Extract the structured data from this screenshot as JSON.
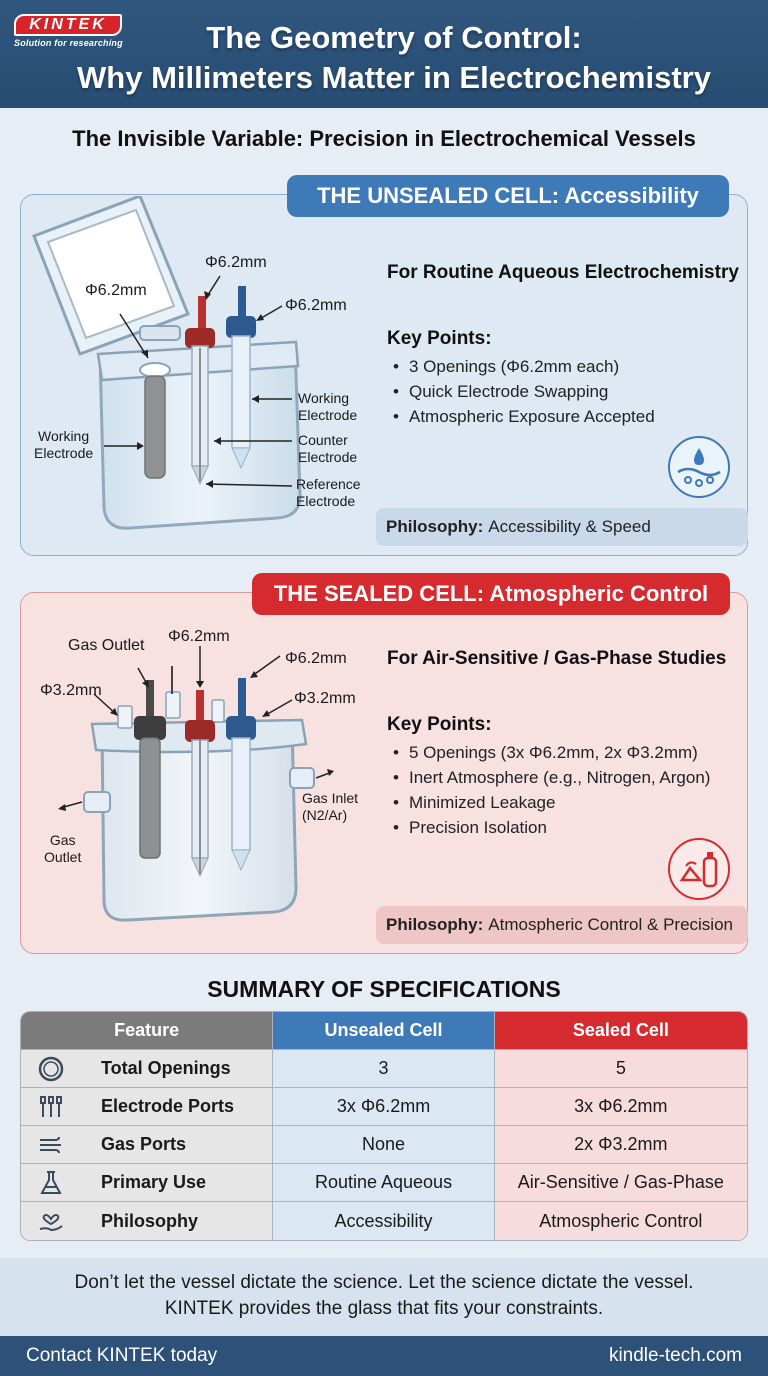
{
  "header": {
    "logo_text": "KINTEK",
    "logo_tagline": "Solution for researching",
    "title_line1": "The Geometry of Control:",
    "title_line2": "Why Millimeters Matter in Electrochemistry"
  },
  "subtitle": "The Invisible Variable: Precision in Electrochemical Vessels",
  "unsealed": {
    "badge": "THE UNSEALED CELL: Accessibility",
    "heading": "For Routine Aqueous Electrochemistry",
    "key_points_label": "Key Points:",
    "key_points": [
      "3 Openings (Φ6.2mm each)",
      "Quick Electrode Swapping",
      "Atmospheric Exposure Accepted"
    ],
    "philosophy_label": "Philosophy:",
    "philosophy": "Accessibility & Speed",
    "labels": {
      "d1": "Φ6.2mm",
      "d2": "Φ6.2mm",
      "d3": "Φ6.2mm",
      "working_right_1": "Working",
      "working_right_2": "Electrode",
      "counter_1": "Counter",
      "counter_2": "Electrode",
      "reference_1": "Reference",
      "reference_2": "Electrode",
      "working_left_1": "Working",
      "working_left_2": "Electrode"
    }
  },
  "sealed": {
    "badge": "THE SEALED CELL: Atmospheric Control",
    "heading": "For Air-Sensitive / Gas-Phase Studies",
    "key_points_label": "Key Points:",
    "key_points": [
      "5 Openings (3x Φ6.2mm, 2x Φ3.2mm)",
      "Inert Atmosphere (e.g., Nitrogen, Argon)",
      "Minimized Leakage",
      "Precision Isolation"
    ],
    "philosophy_label": "Philosophy:",
    "philosophy": "Atmospheric Control & Precision",
    "labels": {
      "gas_outlet_top": "Gas Outlet",
      "d_center": "Φ6.2mm",
      "d_right": "Φ6.2mm",
      "small_left": "Φ3.2mm",
      "small_right": "Φ3.2mm",
      "gas_inlet_1": "Gas Inlet",
      "gas_inlet_2": "(N2/Ar)",
      "gas_outlet_left_1": "Gas",
      "gas_outlet_left_2": "Outlet"
    }
  },
  "summary": {
    "title": "SUMMARY OF SPECIFICATIONS",
    "headers": [
      "Feature",
      "Unsealed Cell",
      "Sealed Cell"
    ],
    "rows": [
      {
        "icon": "ring-icon",
        "feature": "Total Openings",
        "unsealed": "3",
        "sealed": "5"
      },
      {
        "icon": "electrodes-icon",
        "feature": "Electrode Ports",
        "unsealed": "3x Φ6.2mm",
        "sealed": "3x Φ6.2mm"
      },
      {
        "icon": "wind-icon",
        "feature": "Gas Ports",
        "unsealed": "None",
        "sealed": "2x Φ3.2mm"
      },
      {
        "icon": "flask-icon",
        "feature": "Primary Use",
        "unsealed": "Routine Aqueous",
        "sealed": "Air-Sensitive / Gas-Phase"
      },
      {
        "icon": "heart-hand-icon",
        "feature": "Philosophy",
        "unsealed": "Accessibility",
        "sealed": "Atmospheric Control"
      }
    ]
  },
  "footer": {
    "line1": "Don’t let the vessel dictate the science. Let the science dictate the vessel.",
    "line2": "KINTEK provides the glass that fits your constraints.",
    "contact": "Contact KINTEK today",
    "website": "kindle-tech.com"
  },
  "colors": {
    "header": "#2d5178",
    "blue_accent": "#3e79b8",
    "red_accent": "#d52b2f"
  }
}
